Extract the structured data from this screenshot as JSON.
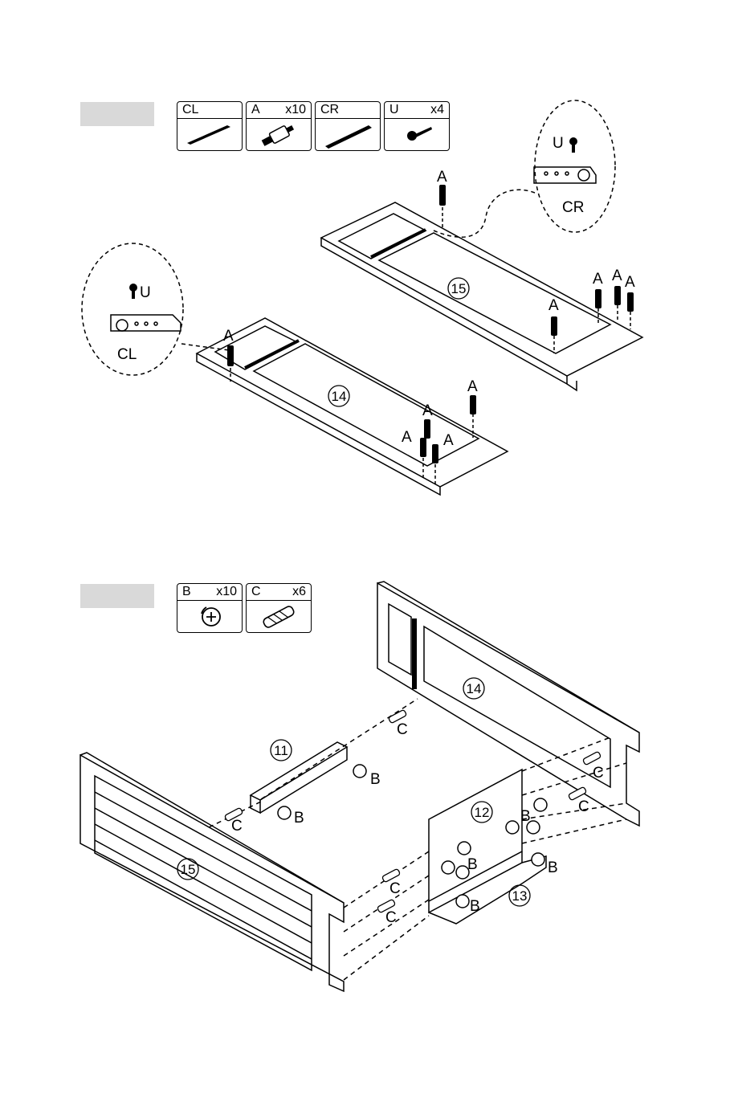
{
  "step1": {
    "parts": [
      {
        "code": "CL",
        "qty": "",
        "icon": "cam-lock-bracket-left-icon"
      },
      {
        "code": "A",
        "qty": "x10",
        "icon": "cam-bolt-icon"
      },
      {
        "code": "CR",
        "qty": "",
        "icon": "cam-lock-bracket-right-icon"
      },
      {
        "code": "U",
        "qty": "x4",
        "icon": "screw-icon"
      }
    ],
    "callout_right": {
      "screw": "U",
      "bracket": "CR"
    },
    "callout_left": {
      "screw": "U",
      "bracket": "CL"
    },
    "panel_upper": "15",
    "panel_lower": "14",
    "bolt_label": "A"
  },
  "step2": {
    "parts": [
      {
        "code": "B",
        "qty": "x10",
        "icon": "cam-lock-nut-icon"
      },
      {
        "code": "C",
        "qty": "x6",
        "icon": "wooden-dowel-icon"
      }
    ],
    "panels": {
      "rail": "11",
      "end": "12",
      "foot": "13",
      "side": "14",
      "head": "15"
    },
    "cam_label": "B",
    "dowel_label": "C"
  },
  "colors": {
    "tab": "#d9d9d9",
    "ink": "#000000"
  }
}
